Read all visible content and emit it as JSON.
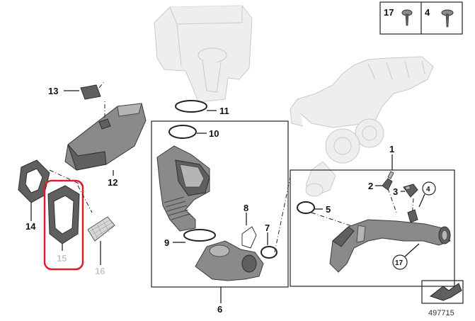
{
  "diagram": {
    "callouts": {
      "c1": "1",
      "c2": "2",
      "c3": "3",
      "c4": "4",
      "c5": "5",
      "c6": "6",
      "c7": "7",
      "c8": "8",
      "c9": "9",
      "c10": "10",
      "c11": "11",
      "c12": "12",
      "c13": "13",
      "c14": "14",
      "c15": "15",
      "c16": "16",
      "c17": "17"
    },
    "legend": {
      "first": "17",
      "second": "4"
    },
    "diagram_number": "497715",
    "highlighted_part": "15",
    "colors": {
      "highlight": "#d6202a",
      "part_dark": "#5f5f5f",
      "ghost": "#eeeeee"
    }
  }
}
